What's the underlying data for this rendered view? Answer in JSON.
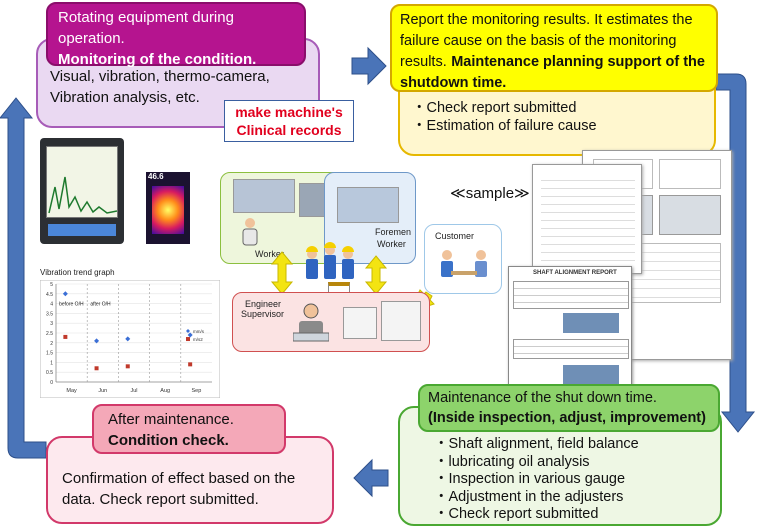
{
  "monitoring": {
    "header_line1": "Rotating equipment during operation.",
    "header_line2": "Monitoring of the condition.",
    "body": "Visual, vibration, thermo-camera, Vibration analysis, etc."
  },
  "clinical": {
    "line1": "make machine's",
    "line2": "Clinical records"
  },
  "report": {
    "header_text": "Report the monitoring results. It estimates the failure cause on the basis of the monitoring results.",
    "header_bold": "Maintenance planning support of the shutdown time.",
    "items": [
      "・Check report submitted",
      "・Estimation of failure cause"
    ]
  },
  "sample_label": "≪sample≫",
  "maintenance": {
    "header_line1": "Maintenance of the shut down time.",
    "header_line2": "(Inside inspection, adjust, improvement)",
    "items": [
      "・Shaft alignment, field balance",
      "・lubricating oil analysis",
      "・Inspection in various gauge",
      "・Adjustment in the adjusters",
      "・Check report submitted"
    ]
  },
  "after": {
    "header_line1": "After maintenance.",
    "header_line2": "Condition check.",
    "body": "Confirmation of effect based on the data. Check report submitted."
  },
  "org": {
    "worker": "Worker",
    "foremen": "Foremen",
    "foremen_worker": "Worker",
    "customer": "Customer",
    "engineer": "Engineer",
    "supervisor": "Supervisor"
  },
  "thermo_reading": "46.6",
  "trend_title": "Vibration trend graph",
  "report_doc_title": "SHAFT ALIGNMENT REPORT",
  "chart_data": {
    "type": "scatter",
    "title": "Vibration trend graph",
    "categories": [
      "May",
      "Jun",
      "Jul",
      "Aug",
      "Sep"
    ],
    "annotations": [
      "before O/H",
      "after O/H"
    ],
    "ylim": [
      0,
      5
    ],
    "yticks": [
      "0",
      "0.5",
      "1",
      "1.5",
      "2",
      "2.5",
      "3",
      "3.5",
      "4",
      "4.5",
      "5"
    ],
    "series": [
      {
        "name": "mm/s",
        "color": "#3b6fd6",
        "marker": "diamond",
        "points": [
          [
            0.3,
            4.5
          ],
          [
            1.3,
            2.1
          ],
          [
            2.3,
            2.2
          ],
          [
            4.3,
            2.4
          ]
        ]
      },
      {
        "name": "m/s2",
        "color": "#c0392b",
        "marker": "square",
        "points": [
          [
            0.3,
            2.3
          ],
          [
            1.3,
            0.7
          ],
          [
            2.3,
            0.8
          ],
          [
            4.3,
            0.9
          ]
        ]
      }
    ]
  },
  "colors": {
    "monitor_bg": "#ead9f2",
    "monitor_header": "#b5148f",
    "report_bg": "#fff7cf",
    "report_header": "#ffff00",
    "report_border": "#e6b800",
    "maint_bg": "#eef7e4",
    "maint_header": "#8dd36b",
    "maint_border": "#4aa832",
    "after_bg": "#fde9ee",
    "after_header": "#f4a8b8",
    "after_border": "#d2396a",
    "arrow": "#4a74b8",
    "connector": "#f3e412"
  }
}
